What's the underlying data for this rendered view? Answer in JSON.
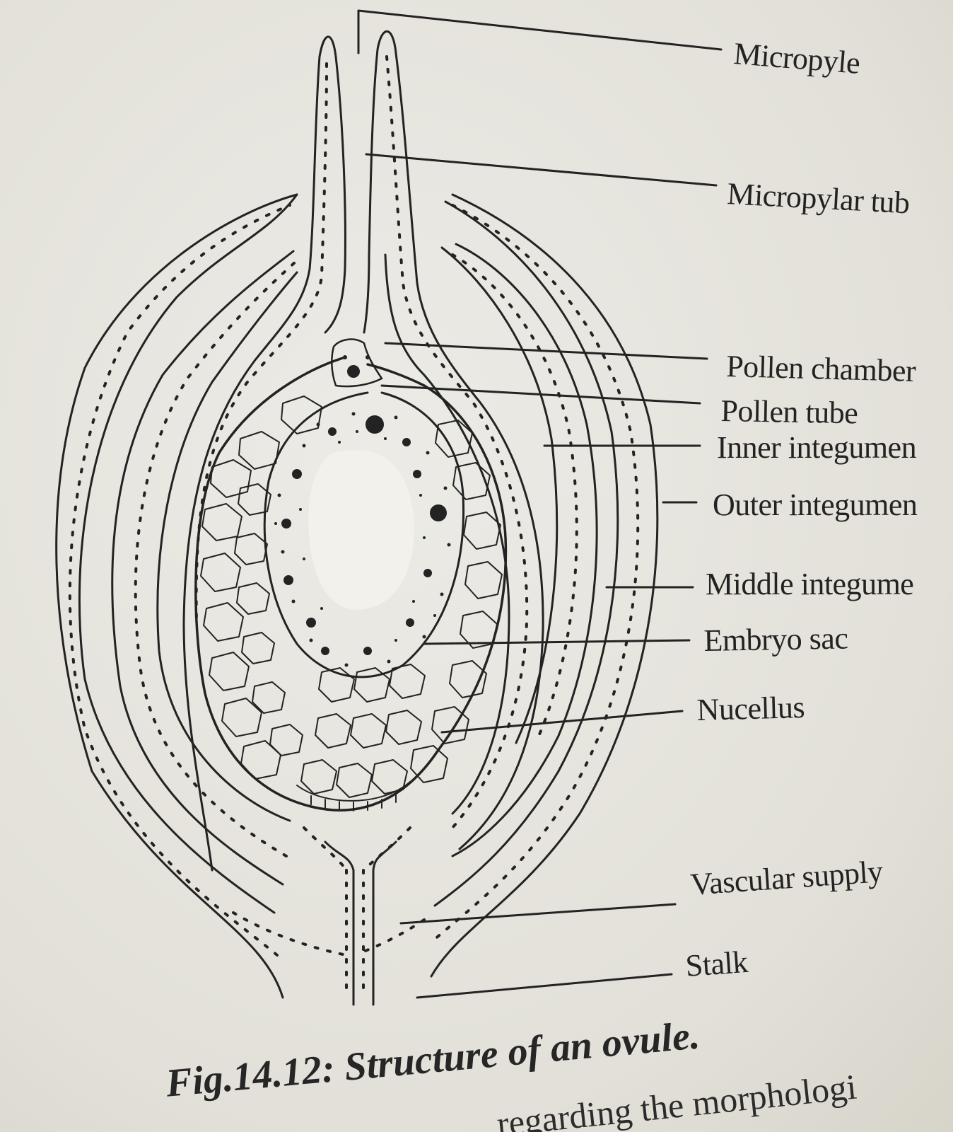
{
  "labels": {
    "micropyle": "Micropyle",
    "micropylar_tube": "Micropylar tub",
    "pollen_chamber": "Pollen chamber",
    "pollen_tube": "Pollen tube",
    "inner_integument": "Inner integumen",
    "outer_integument": "Outer integumen",
    "middle_integument": "Middle integume",
    "embryo_sac": "Embryo sac",
    "nucellus": "Nucellus",
    "vascular_supply": "Vascular supply",
    "stalk": "Stalk"
  },
  "caption": {
    "prefix": "Fig.14.12:",
    "text": " Structure of an ovule."
  },
  "bottom_text": "regarding the morphologi",
  "colors": {
    "ink": "#232323",
    "paper": "#e4e1d9"
  }
}
